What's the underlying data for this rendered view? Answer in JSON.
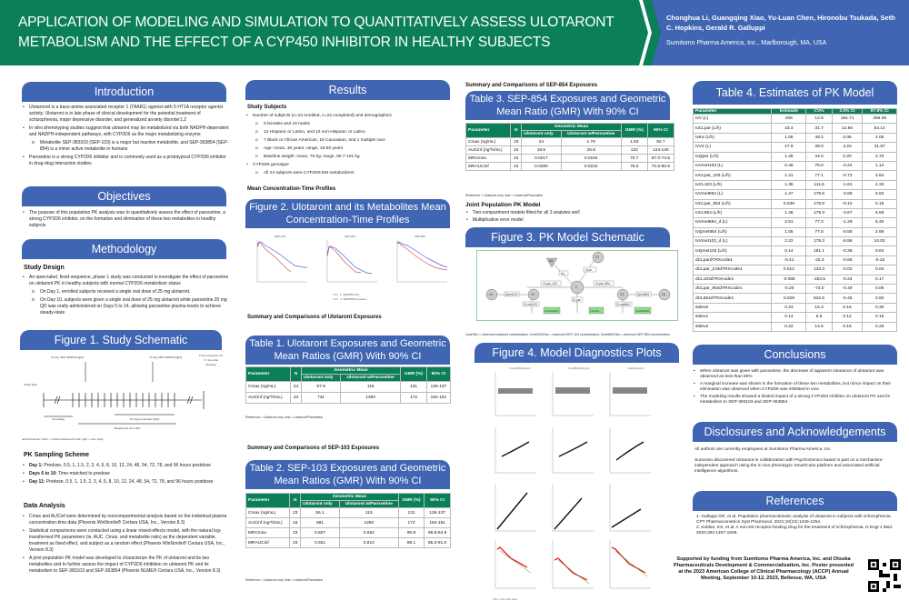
{
  "header": {
    "title": "APPLICATION OF MODELING AND SIMULATION TO QUANTITATIVELY ASSESS ULOTARONT METABOLISM AND THE EFFECT OF A CYP450 INHIBITOR IN HEALTHY SUBJECTS",
    "authors": "Chonghua Li, Guangqing Xiao, Yu-Luan Chen, Hironobu Tsukada, Seth C. Hopkins, Gerald R. Galluppi",
    "affiliation": "Sumitomo Pharma America, Inc., Marlborough, MA, USA"
  },
  "colors": {
    "green": "#0a7f5a",
    "blue": "#3f65b3"
  },
  "introduction": {
    "title": "Introduction",
    "bullets": [
      "Ulotaronot is a trace-amine associated receptor 1 (TAAR1) agonist with 5-HT1A receptor agonist activity. Ulotaront is in late phase of clinical development for the potential treatment of schizophrenia, major depressive disorder, and generalized anxiety disorder1,2",
      "In vitro phenotyping studies suggest that ulotaront may be metabolized via both NADPH-dependent and NADPH-independent pathways, with CYP2D6 as the major metabolizing enzyme",
      "Metabolite SEP-383103 (SEP-103) is a major but inactive metabolite, and SEP-363854 (SEP-854) is a minor active metabolite in humans",
      "Paroxetine is a strong CYP2D6 inhibitor and is commonly used as a prototypical CYP2D6 inhibitor in drug-drug interaction studies"
    ]
  },
  "objectives": {
    "title": "Objectives",
    "bullets": [
      "The purpose of this population PK analysis was to quantitatively assess the effect of paroxetine, a strong CYP2D6 inhibitor, on the formation and elimination of these two metabolites in healthy subjects"
    ]
  },
  "methodology": {
    "title": "Methodology",
    "study_design_title": "Study Design",
    "bullets": [
      "An open-label, fixed-sequence, phase 1 study was conducted to investigate the effect of paroxetine on ulotaront PK in healthy subjects with normal CYP2D6 metabolizer status",
      "On Day 1, enrolled subjects received a single oral dose of 25 mg ulotaront.",
      "On Day 10, subjects were given a single oral dose of 25 mg ulotaront while paroxetine 20 mg QD was orally administered on Days 5 to 14, allowing paroxetine plasma levels to achieve steady-state"
    ]
  },
  "figure1": {
    "title": "Figure 1. Study Schematic",
    "dose1": "25 mg SEP-363856 (QD)",
    "dose2": "25 mg SEP-363856 (QD)",
    "followup": "Follow up phone call 5-7 days after discharge from the CRU",
    "study_day": "Study Day",
    "days": [
      "-35",
      "-2",
      "-1",
      "1",
      "2",
      "3",
      "4",
      "5",
      "6",
      "7",
      "8",
      "9",
      "10",
      "11",
      "12",
      "13",
      "14",
      "15"
    ],
    "screening": "Screening",
    "paroxetine": "20 mg paroxetine (QD)",
    "resident": "Resident in the CRU",
    "abbrev": "Abbreviations: CRU = Clinical Research Unit; QD = once daily"
  },
  "pk_sampling": {
    "title": "PK Sampling Scheme",
    "items": [
      {
        "label": "Day 1:",
        "text": " Predose, 0.5, 1, 1.5, 2, 3, 4, 6, 8, 10, 12, 24, 48, 54, 72, 78, and 96 hours postdose"
      },
      {
        "label": "Days 6 to 10:",
        "text": " Time-matched to predose"
      },
      {
        "label": "Day 11:",
        "text": " Predose, 0.5, 1, 1.5, 2, 3, 4, 6, 8, 10, 12, 24, 48, 54, 72, 78, and 96 hours postdose"
      }
    ]
  },
  "data_analysis": {
    "title": "Data Analysis",
    "bullets": [
      "Cmax and AUCinf were determined by noncompartmental analysis based on the individual plasma concentration-time data (Phoenix WinNonlin® Certara USA, Inc., Version 8.3)",
      "Statistical comparisons were conducted using a linear mixed-effects model, with the natural log-transformed PK parameters (ie, AUC, Cmax, and metabolite ratio) as the dependent variable, treatment as fixed effect, and subject as a random effect (Phoenix WinNonlin® Certara USA, Inc., Version 8.3)",
      "A joint population PK model was developed to characterize the PK of ulotaront and its two metabolites and to further assess the impact of CYP2D6 inhibition on ulotaront PK and its metabolism to SEP-383103 and SEP-363854 (Phoenix NLME® Certara USA, Inc., Version 8.3)"
    ]
  },
  "results": {
    "title": "Results",
    "subjects_title": "Study Subjects",
    "bullets": [
      "Number of subjects (n=24 enrolled, n=23 completed) and demographics",
      "5 females and 19 males",
      "12 Hispanic or Latino, and 12 non-Hispanic or Latino",
      "7 Black or African American, 16 Caucasian, and 1 multiple race",
      "Age: mean, 36 years; range, 19-50 years",
      "Baseline weight:  mean, 76 kg; range, 55.7-101 kg",
      "CYP2D6 genotype",
      "All 24 subjects were CYP2D6 EM metabolizers"
    ],
    "profiles_title": "Mean Concentration-Time Profiles"
  },
  "figure2": {
    "title": "Figure 2. Ulotaront and its Metabolites Mean Concentration-Time Profiles",
    "panels": [
      "SEP-103",
      "SEP-854",
      "SEP-856"
    ],
    "legend": [
      "1. SEP856 Only",
      "2. SEP856/Paroxetine"
    ]
  },
  "table1": {
    "section": "Summary and Comparisons of Ulotaront Exposures",
    "title": "Table 1. Ulotaront Exposures and Geometric Mean Ratios (GMR) With 90% CI",
    "headers": [
      "Parameter",
      "N",
      "Geometric Mean",
      "Ulotaront only",
      "Ulotaront w/Paroxetine",
      "GMR (%)",
      "90% CI"
    ],
    "rows": [
      [
        "Cmax (ng/mL)",
        "24",
        "87.9",
        "115",
        "131",
        "126-137"
      ],
      [
        "AUCinf (ng*h/mL)",
        "24",
        "731",
        "1260",
        "172",
        "164-181"
      ]
    ],
    "note": "Reference = Ulotaront only; test = Ulotaront/Paroxetine"
  },
  "table2": {
    "section": "Summary and Comparisons of SEP-103 Exposures",
    "title": "Table 2. SEP-103 Exposures and Geometric Mean Ratios (GMR) With 90% CI",
    "rows": [
      [
        "Cmax (ng/mL)",
        "23",
        "55.1",
        "115",
        "131",
        "126-137"
      ],
      [
        "AUCinf (ng*h/mL)",
        "23",
        "691",
        "1260",
        "172",
        "164-181"
      ],
      [
        "MRCmax",
        "23",
        "0.607",
        "0.552",
        "90.9",
        "86.9-94.9"
      ],
      [
        "MRAUCinf",
        "23",
        "0.921",
        "0.812",
        "88.1",
        "85.3-91.0"
      ]
    ],
    "note": "Reference = Ulotaront only; test = Ulotaront/Paroxetine"
  },
  "table3": {
    "section": "Summary and Comparisons of SEP-854 Exposures",
    "title": "Table 3. SEP-854 Exposures and Geometric Mean Ratio (GMR) With 90% CI",
    "rows": [
      [
        "Cmax (ng/mL)",
        "23",
        "24",
        "1.76",
        "1.63",
        "92.7"
      ],
      [
        "AUCinf (ng*h/mL)",
        "24",
        "19.6",
        "25.8",
        "132",
        "124-140"
      ],
      [
        "MRCmax",
        "24",
        "0.0217",
        "0.0154",
        "70.7",
        "67.0-74.5"
      ],
      [
        "MRAUCinf",
        "24",
        "0.0290",
        "0.0222",
        "76.6",
        "72.8-80.6"
      ]
    ],
    "note": "Reference = Ulotaront only; test = Ulotaront/Paroxetine"
  },
  "joint_model": {
    "title": "Joint Population PK Model",
    "bullets": [
      "Two-compartment models fitted for all 3 analytes well",
      "Multiplicative error model"
    ]
  },
  "figure3": {
    "title": "Figure 3. PK Model Schematic",
    "nodes": [
      "Aa",
      "Ka",
      "C",
      "C2",
      "Cpar",
      "CLpar_103",
      "CLpar_854",
      "CLpar",
      "C3",
      "C4",
      "C5",
      "C6",
      "Qmet103",
      "Qmet854",
      "CLmet103",
      "CLmet854",
      "Cmet103Obs",
      "CparObs",
      "Cmet854Obs"
    ],
    "caption": "CparObs = observed ulotaront concentration; Cmet103Obs = observed SEP-103 concentration; Cmet854Obs = observed SEP-854 concentration"
  },
  "figure4": {
    "title": "Figure 4. Model Diagnostics Plots",
    "columns": [
      "Cmet103Obs(ng/L)",
      "Cmet854Obs(ng/L)",
      "CparObs(ng/L)"
    ],
    "note": "TAD = time after dose"
  },
  "table4": {
    "title": "Table 4. Estimates of PK Model Parameters",
    "headers": [
      "Parameter",
      "Estimate",
      "CV%",
      "2.5% CI",
      "97.5% CI"
    ],
    "rows": [
      [
        "tvV (L)",
        "206",
        "12.6",
        "154.71",
        "256.36"
      ],
      [
        "tvCLpar (L/h)",
        "33.4",
        "31.7",
        "12.66",
        "54.14"
      ],
      [
        "tvKa (1/h)",
        "1.06",
        "48.2",
        "0.06",
        "2.06"
      ],
      [
        "tvV2 (L)",
        "17.9",
        "39.0",
        "4.23",
        "31.57"
      ],
      [
        "tvQpar (L/h)",
        "1.45",
        "44.0",
        "0.20",
        "2.70"
      ],
      [
        "tvVmet103 (L)",
        "0.45",
        "78.0",
        "-0.24",
        "1.14"
      ],
      [
        "tvCLpar_103 (L/h)",
        "1.41",
        "77.1",
        "-0.72",
        "3.54"
      ],
      [
        "tvCL103 (L/h)",
        "1.36",
        "111.6",
        "-1.61",
        "4.33"
      ],
      [
        "tvVmet854 (L)",
        "1.47",
        "178.6",
        "-3.68",
        "6.62"
      ],
      [
        "tvCLpar_854 (L/h)",
        "0.039",
        "179.8",
        "-0.10",
        "0.18"
      ],
      [
        "tvCL854 (L/h)",
        "1.46",
        "179.3",
        "-3.67",
        "6.59"
      ],
      [
        "tvVmet854_d (L)",
        "2.51",
        "77.3",
        "-1.29",
        "6.32"
      ],
      [
        "tvQmet854 (L/h)",
        "1.05",
        "77.6",
        "-0.55",
        "2.66"
      ],
      [
        "tvVmet103_d (L)",
        "2.22",
        "179.3",
        "-5.58",
        "10.02"
      ],
      [
        "tvQmet103 (L/h)",
        "0.14",
        "181.1",
        "-0.36",
        "0.64"
      ],
      [
        "dCLpardTRXcode1",
        "-0.41",
        "-32.3",
        "-0.66",
        "-0.15"
      ],
      [
        "dCLpar_103dTRXcode1",
        "0.012",
        "133.3",
        "-0.02",
        "0.04"
      ],
      [
        "dCL103dTRXcode1",
        "-0.085",
        "-153.5",
        "-0.34",
        "0.17"
      ],
      [
        "dCLpar_854dTRXcode1",
        "-0.20",
        "-73.0",
        "-0.49",
        "0.09"
      ],
      [
        "dCL854dTRXcode1",
        "0.029",
        "842.5",
        "-0.45",
        "0.50"
      ],
      [
        "stdev0",
        "0.23",
        "15.3",
        "0.16",
        "0.30"
      ],
      [
        "stdev1",
        "0.14",
        "5.5",
        "0.12",
        "0.15"
      ],
      [
        "stdev2",
        "0.22",
        "14.5",
        "0.16",
        "0.28"
      ]
    ]
  },
  "conclusions": {
    "title": "Conclusions",
    "bullets": [
      "When ulotaront was given with paroxetine, the decrease of apparent clearance of ulotaront was observed as less than 50%",
      "A marginal increase was shown in the formation of these two metabolites, but minor impact on their elimination was observed when CYP2D6 was inhibited in vivo",
      "The modeling results showed a limited impact of a strong CYP2D6 inhibitor on ulotaront PK and its metabolism to SEP-383103 and SEP-363854"
    ]
  },
  "disclosures": {
    "title": "Disclosures and Acknowledgements",
    "p1": "All authors are currently employees at Sumitomo Pharma America, Inc.",
    "p2": "Sunovion discovered Ulotaront in collaboration with PsychoGenics based in part on a mechanism-independent approach using the in vivo phenotypic SmartCube platform and associated artificial intelligence algorithms."
  },
  "references": {
    "title": "References",
    "items": [
      "1. Galluppi GR, et al. Population pharmacokinetic analysis of ulotaront in subjects with schizophrenia. CPT Pharmacometrics Syst Pharmacol. 2021;10(10):1245-1254.",
      "2. Koblan, KS, et al. A non-D2-receptor-binding drug for the treatment of schizophrenia. N Engl J Med. 2020;382:1497-1506."
    ]
  },
  "funding": "Supported by funding from Sumitomo Pharma America, Inc. and Otsuka Pharmaceuticals Development & Commercialization, Inc. Poster presented at the 2023 American College of Clinical Pharmacology (ACCP) Annual Meeting, September 10-12, 2023, Bellevue, WA, USA"
}
